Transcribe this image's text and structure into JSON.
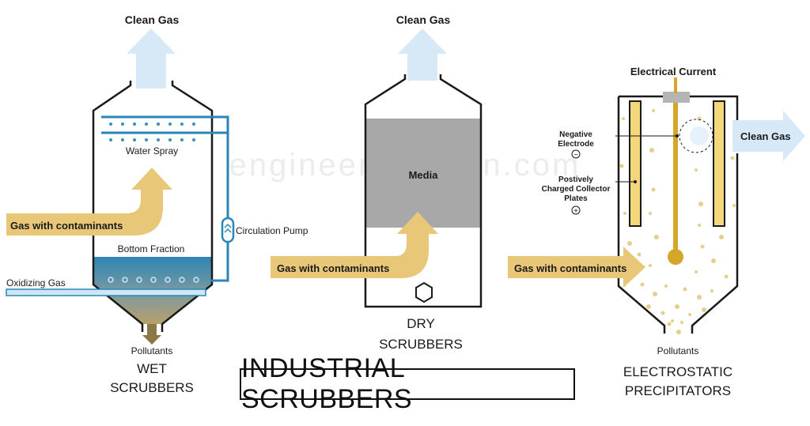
{
  "title": "INDUSTRIAL SCRUBBERS",
  "watermark": "engineeringlearn.com",
  "colors": {
    "gas_arrow": "#e8c778",
    "clean_arrow": "#d7e9f6",
    "pipe": "#2a86b8",
    "water_drop": "#3a8fc4",
    "media": "#a8a8a8",
    "electrode": "#d4a62a",
    "plate_fill": "#f3d77a",
    "dust": "#e6cf8c",
    "outline": "#1a1a1a"
  },
  "wet": {
    "clean_gas": "Clean Gas",
    "water_spray": "Water Spray",
    "gas_in": "Gas with contaminants",
    "pump": "Circulation Pump",
    "bottom_fraction": "Bottom Fraction",
    "oxidizing_gas": "Oxidizing Gas",
    "pollutants": "Pollutants",
    "name_line1": "WET",
    "name_line2": "SCRUBBERS"
  },
  "dry": {
    "clean_gas": "Clean Gas",
    "media": "Media",
    "gas_in": "Gas with contaminants",
    "name_line1": "DRY",
    "name_line2": "SCRUBBERS"
  },
  "esp": {
    "current": "Electrical Current",
    "neg_line1": "Negative",
    "neg_line2": "Electrode",
    "neg_sign": "−",
    "pos_line1": "Postively",
    "pos_line2": "Charged Collector",
    "pos_line3": "Plates",
    "pos_sign": "+",
    "clean_gas": "Clean Gas",
    "gas_in": "Gas with contaminants",
    "pollutants": "Pollutants",
    "name_line1": "ELECTROSTATIC",
    "name_line2": "PRECIPITATORS"
  }
}
